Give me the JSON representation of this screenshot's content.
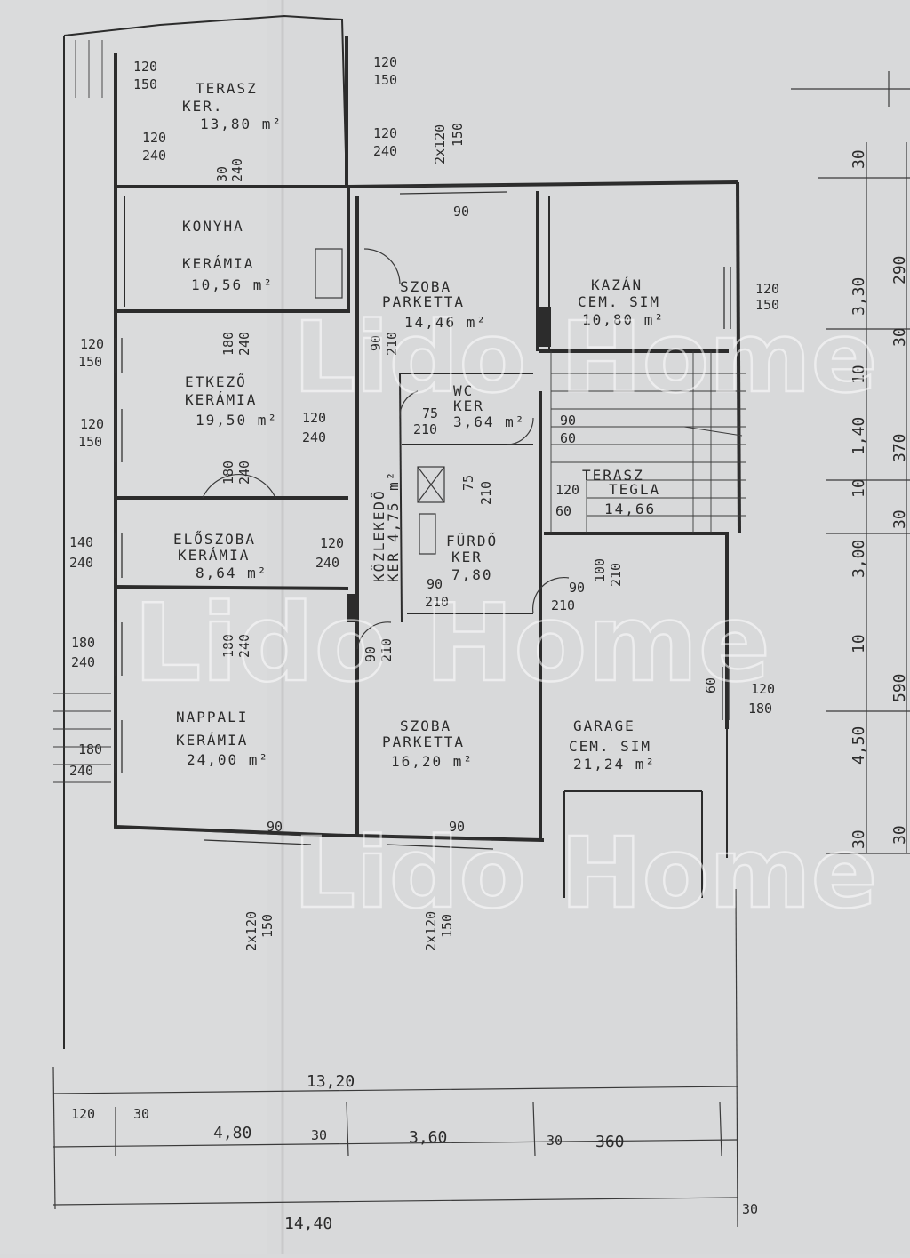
{
  "rooms": {
    "terasz_top": {
      "name": "TERASZ",
      "floor": "KER.",
      "area": "13,80 m²"
    },
    "konyha": {
      "name": "KONYHA",
      "floor": "KERÁMIA",
      "area": "10,56 m²"
    },
    "szoba_top": {
      "name": "SZOBA",
      "floor": "PARKETTA",
      "area": "14,46 m²"
    },
    "kazan": {
      "name": "KAZÁN",
      "floor": "CEM. SIM",
      "area": "10,80 m²"
    },
    "etkezo": {
      "name": "ETKEZŐ",
      "floor": "KERÁMIA",
      "area": "19,50 m²"
    },
    "wc": {
      "name": "WC",
      "floor": "KER",
      "area": "3,64 m²"
    },
    "terasz_right": {
      "name": "TERASZ",
      "floor": "TEGLA",
      "area": "14,66"
    },
    "eloszoba": {
      "name": "ELŐSZOBA",
      "floor": "KERÁMIA",
      "area": "8,64 m²"
    },
    "kozlekedo": {
      "name": "KÖZLEKEDŐ",
      "floor": "KER",
      "area": "4,75 m²"
    },
    "furdo": {
      "name": "FÜRDŐ",
      "floor": "KER",
      "area": "7,80"
    },
    "nappali": {
      "name": "NAPPALI",
      "floor": "KERÁMIA",
      "area": "24,00 m²"
    },
    "szoba_bottom": {
      "name": "SZOBA",
      "floor": "PARKETTA",
      "area": "16,20 m²"
    },
    "garage": {
      "name": "GARAGE",
      "floor": "CEM. SIM",
      "area": "21,24 m²"
    }
  },
  "openings": {
    "t1": "120",
    "t1b": "150",
    "t2": "120",
    "t2b": "240",
    "t3": "120",
    "t3b": "150",
    "t4": "120",
    "t4b": "240",
    "t5": "2x120",
    "t5b": "150",
    "t6": "90",
    "k1": "120",
    "k1b": "150",
    "e1": "120",
    "e1b": "150",
    "e2": "120",
    "e2b": "150",
    "e3": "180",
    "e3b": "240",
    "e4": "120",
    "e4b": "240",
    "e5": "180",
    "e5b": "240",
    "el1": "140",
    "el1b": "240",
    "el2": "120",
    "el2b": "240",
    "n1": "180",
    "n1b": "240",
    "n2": "180",
    "n2b": "240",
    "n3": "180",
    "n3b": "240",
    "sz1": "90",
    "sz1b": "210",
    "wc1": "75",
    "wc1b": "210",
    "wc2": "75",
    "wc2b": "210",
    "wc3": "90",
    "wc3b": "60",
    "tr1": "120",
    "tr1b": "60",
    "f1": "90",
    "f1b": "210",
    "f2": "90",
    "f2b": "210",
    "f3": "100",
    "f3b": "210",
    "sz2": "90",
    "sz2b": "210",
    "g1": "60",
    "g2": "120",
    "g2b": "180",
    "b1": "90",
    "b2": "90",
    "b3": "2x120",
    "b3b": "150",
    "b4": "2x120",
    "b4b": "150",
    "kz1": "120",
    "kz1b": "150",
    "k30": "30",
    "k240": "240"
  },
  "dimensions": {
    "total_inner": "13,20",
    "total_outer": "14,40",
    "bottom_segments": [
      "120",
      "30",
      "4,80",
      "30",
      "3,60",
      "30",
      "360",
      "30"
    ],
    "right_outer": [
      "30",
      "3,30",
      "10",
      "1,40",
      "10",
      "3,00",
      "10",
      "4,50",
      "30"
    ],
    "right_inner": [
      "290",
      "30",
      "370",
      "30",
      "590",
      "30"
    ]
  },
  "watermark": "Lido Home"
}
